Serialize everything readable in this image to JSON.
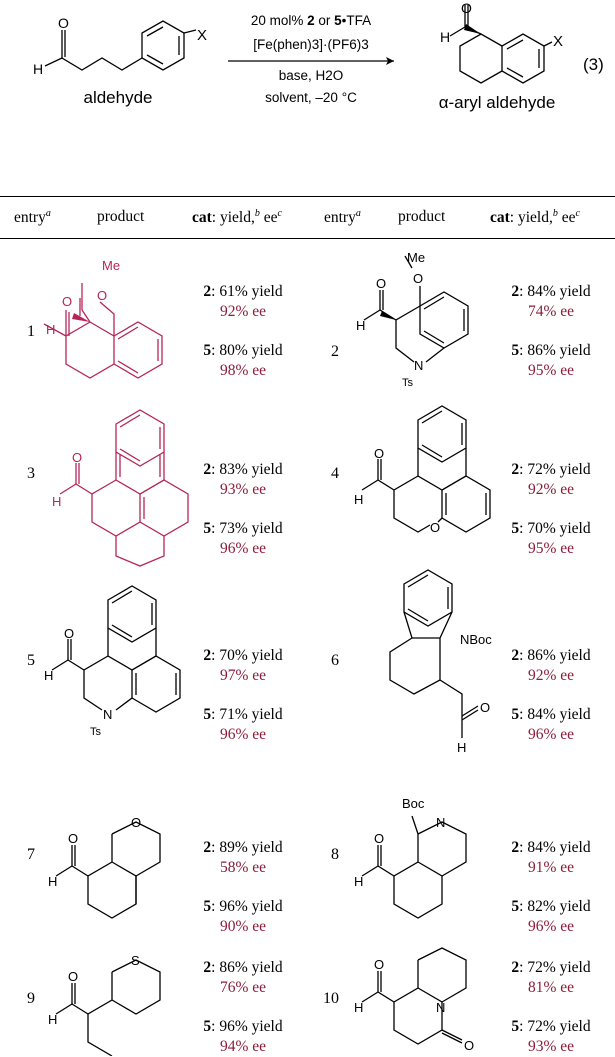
{
  "scheme": {
    "reactant_label": "aldehyde",
    "product_label": "α-aryl aldehyde",
    "equation_number": "(3)",
    "conditions": {
      "line1_prefix": "20 mol% ",
      "line1_cat_a": "2",
      "line1_mid": " or ",
      "line1_cat_b": "5",
      "line1_suffix": "•TFA",
      "line2": "[Fe(phen)3]·(PF6)3",
      "line3": "base, H2O",
      "line4": "solvent, –20 °C"
    },
    "atom_labels": {
      "O": "O",
      "H": "H",
      "X": "X"
    }
  },
  "table": {
    "headers": {
      "entry": "entry",
      "entry_sup": "a",
      "product": "product",
      "cat": "cat",
      "yield": ": yield,",
      "yield_sup": "b",
      "ee": " ee",
      "ee_sup": "c"
    },
    "entries": [
      {
        "entry": "1",
        "cat2_yield": "61% yield",
        "cat2_ee": "92% ee",
        "cat5_yield": "80% yield",
        "cat5_ee": "98% ee"
      },
      {
        "entry": "2",
        "cat2_yield": "84% yield",
        "cat2_ee": "74% ee",
        "cat5_yield": "86% yield",
        "cat5_ee": "95% ee"
      },
      {
        "entry": "3",
        "cat2_yield": "83% yield",
        "cat2_ee": "93% ee",
        "cat5_yield": "73% yield",
        "cat5_ee": "96% ee"
      },
      {
        "entry": "4",
        "cat2_yield": "72% yield",
        "cat2_ee": "92% ee",
        "cat5_yield": "70% yield",
        "cat5_ee": "95% ee"
      },
      {
        "entry": "5",
        "cat2_yield": "70% yield",
        "cat2_ee": "97% ee",
        "cat5_yield": "71% yield",
        "cat5_ee": "96% ee"
      },
      {
        "entry": "6",
        "cat2_yield": "86% yield",
        "cat2_ee": "92% ee",
        "cat5_yield": "84% yield",
        "cat5_ee": "96% ee"
      },
      {
        "entry": "7",
        "cat2_yield": "89% yield",
        "cat2_ee": "58% ee",
        "cat5_yield": "96% yield",
        "cat5_ee": "90% ee"
      },
      {
        "entry": "8",
        "cat2_yield": "84% yield",
        "cat2_ee": "91% ee",
        "cat5_yield": "82% yield",
        "cat5_ee": "96% ee"
      },
      {
        "entry": "9",
        "cat2_yield": "86% yield",
        "cat2_ee": "76% ee",
        "cat5_yield": "96% yield",
        "cat5_ee": "94% ee"
      },
      {
        "entry": "10",
        "cat2_yield": "72% yield",
        "cat2_ee": "81% ee",
        "cat5_yield": "72% yield",
        "cat5_ee": "93% ee"
      }
    ],
    "cat_labels": {
      "a": "2",
      "b": "5"
    },
    "structure_labels": {
      "me": "Me",
      "o": "O",
      "h": "H",
      "n": "N",
      "ts": "Ts",
      "nboc": "NBoc",
      "boc": "Boc",
      "s": "S"
    }
  },
  "colors": {
    "highlight": "#b5255a",
    "ee_text": "#8c1d3a",
    "ink": "#000000"
  }
}
